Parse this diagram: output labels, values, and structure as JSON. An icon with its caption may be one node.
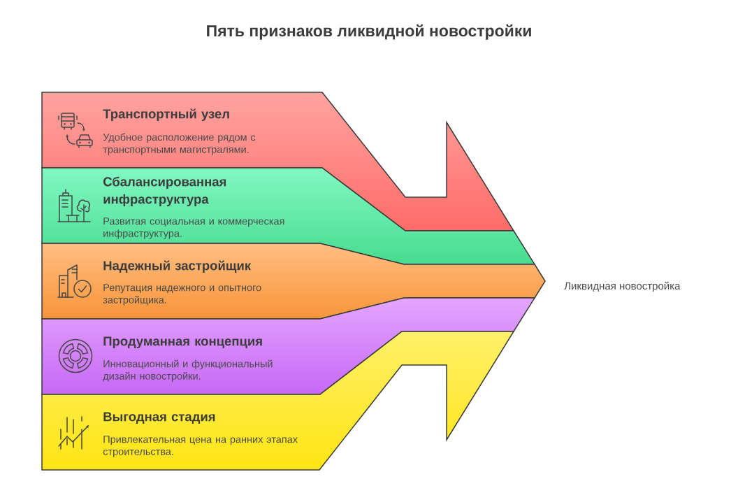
{
  "diagram": {
    "title": "Пять признаков ликвидной новостройки",
    "nodes": [
      {
        "text": [
          "Транспортный узел",
          "Удобное расположение рядом с транспортными магистралями."
        ]
      },
      {
        "text": [
          "Сбалансированная инфраструктура",
          "Развитая социальная и коммерческая инфраструктура."
        ]
      },
      {
        "text": [
          "Надежный застройщик",
          "Репутация надежного и опытного застройщика."
        ]
      },
      {
        "text": [
          "Продуманная концепция",
          "Инновационный и функциональный дизайн новостройки."
        ]
      },
      {
        "text": [
          "Выгодная стадия",
          "Привлекательная цена на ранних этапах строительства."
        ]
      }
    ],
    "labels": [
      "Ликвидная новостройка"
    ]
  }
}
